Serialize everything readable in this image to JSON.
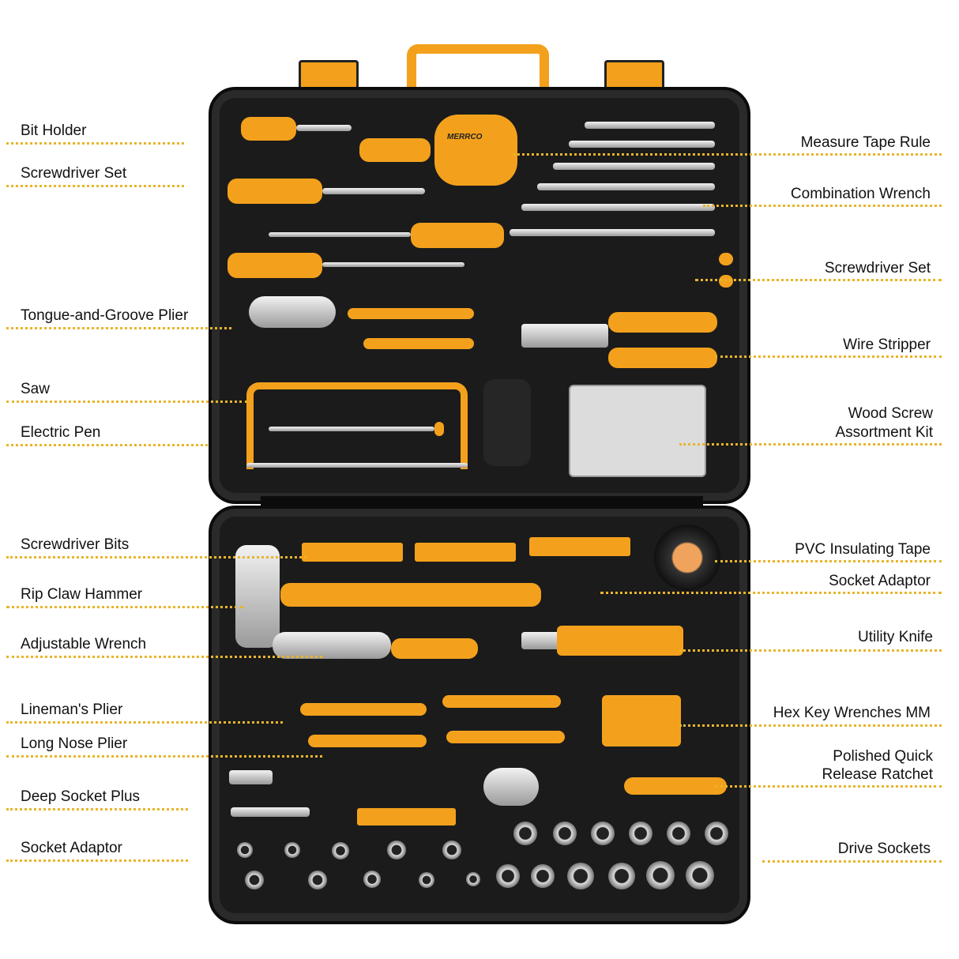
{
  "brand": "MERRCO",
  "colors": {
    "accent": "#f3a11c",
    "case": "#1b1b1b",
    "leader_line": "#e8b52a"
  },
  "labels_left": [
    "Bit Holder",
    "Screwdriver Set",
    "Tongue-and-Groove Plier",
    "Saw",
    "Electric Pen",
    "Screwdriver Bits",
    "Rip Claw Hammer",
    "Adjustable Wrench",
    "Lineman's Plier",
    "Long Nose Plier",
    "Deep Socket Plus",
    "Socket Adaptor"
  ],
  "labels_right": [
    "Measure Tape Rule",
    "Combination Wrench",
    "Screwdriver Set",
    "Wire Stripper",
    "Wood Screw",
    "Assortment Kit",
    "PVC Insulating Tape",
    "Socket Adaptor",
    "Utility Knife",
    "Hex Key Wrenches MM",
    "Polished Quick",
    "Release Ratchet",
    "Drive Sockets"
  ]
}
